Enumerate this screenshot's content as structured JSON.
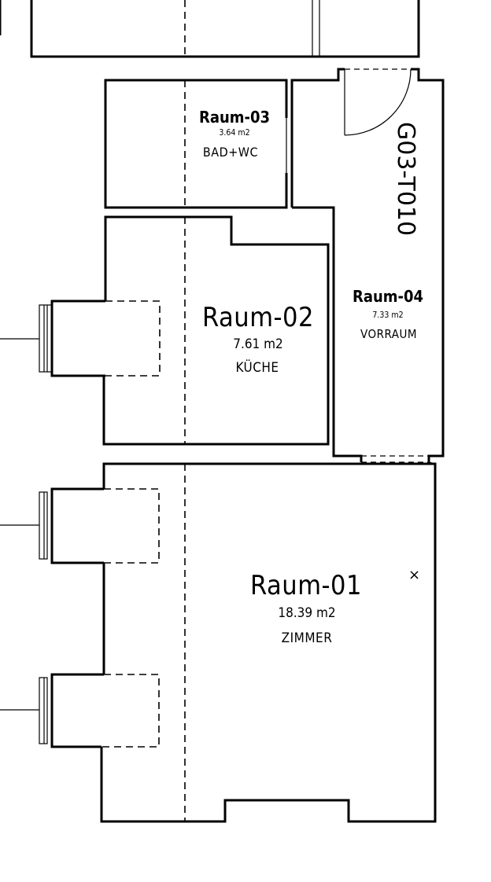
{
  "unit_label": "G03-T010",
  "rooms": [
    {
      "name": "Raum-01",
      "area": "18.39 m2",
      "use": "ZIMMER"
    },
    {
      "name": "Raum-02",
      "area": "7.61 m2",
      "use": "KÜCHE"
    },
    {
      "name": "Raum-03",
      "area": "3.64 m2",
      "use": "BAD+WC"
    },
    {
      "name": "Raum-04",
      "area": "7.33 m2",
      "use": "VORRAUM"
    }
  ],
  "marker": "×"
}
